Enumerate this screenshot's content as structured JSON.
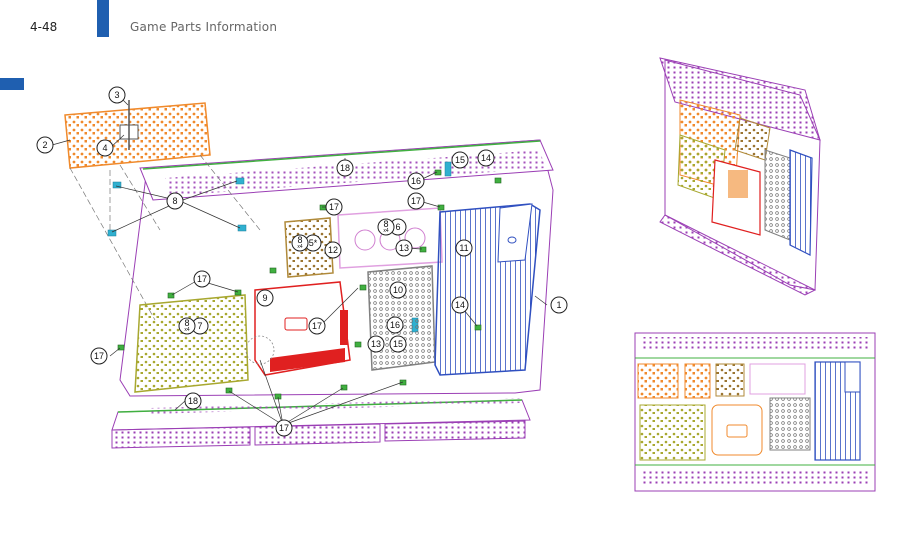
{
  "header": {
    "page_number": "4-48",
    "title": "Game Parts Information"
  },
  "colors": {
    "accent_blue": "#1f5fb0",
    "chassis_purple": "#9b3fb5",
    "pcb_orange": "#f08a2c",
    "pcb_olive": "#a8a830",
    "pcb_tan": "#b08a3a",
    "pcb_pink": "#e0a0e0",
    "housing_red": "#e02020",
    "heatsink_blue": "#3050c0",
    "psu_gray": "#808080",
    "fastener_green": "#40b040",
    "bracket_cyan": "#30b0d0"
  },
  "callouts": {
    "c1": "1",
    "c2": "2",
    "c3": "3",
    "c4": "4",
    "c5": "5*",
    "c6": "6",
    "c7": "7",
    "c8a": "8",
    "c8b": "8",
    "c8c": "8",
    "c8d": "8",
    "c9": "9",
    "c10": "10",
    "c11": "11",
    "c12": "12",
    "c13a": "13",
    "c13b": "13",
    "c14a": "14",
    "c14b": "14",
    "c15a": "15",
    "c15b": "15",
    "c16a": "16",
    "c16b": "16",
    "c17a": "17",
    "c17b": "17",
    "c17c": "17",
    "c17d": "17",
    "c17e": "17",
    "c17f": "17",
    "c18a": "18",
    "c18b": "18",
    "x4a": "x4",
    "x4b": "x4",
    "x4c": "x4"
  }
}
